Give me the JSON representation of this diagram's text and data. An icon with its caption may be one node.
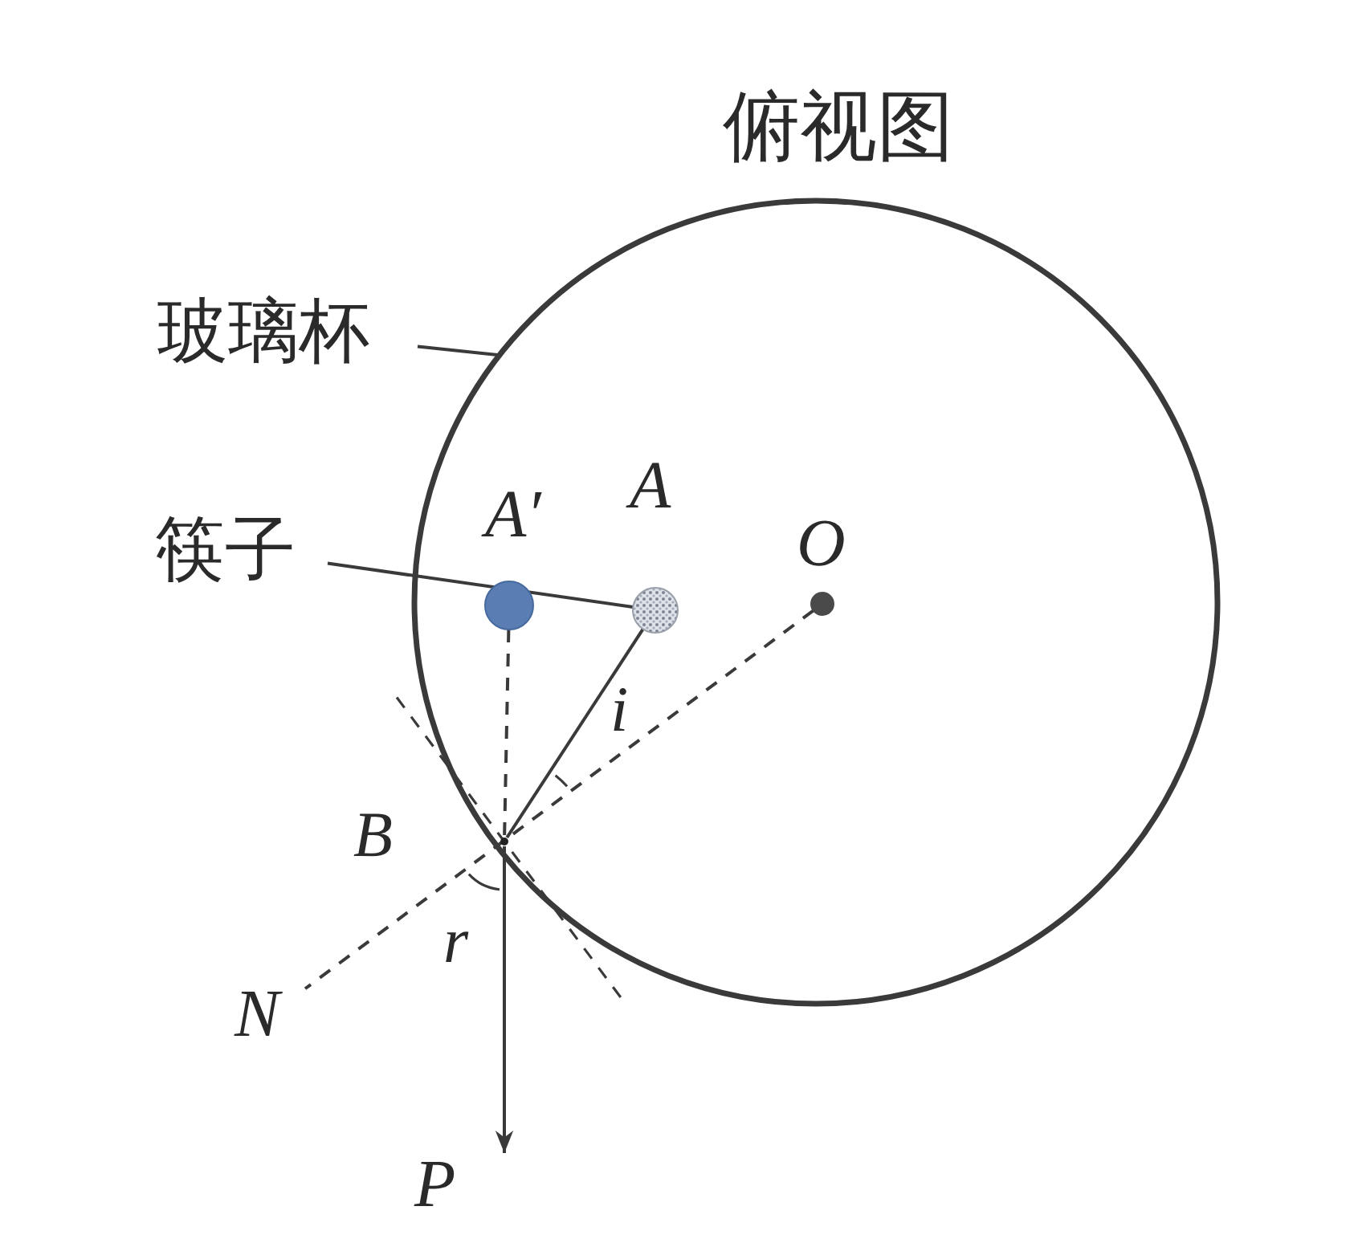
{
  "diagram": {
    "title": "俯视图",
    "nodes": [
      {
        "text": [
          "玻璃杯"
        ]
      },
      {
        "text": [],
        "shape": "circle"
      },
      {
        "text": [
          "筷子"
        ]
      },
      {
        "text": [],
        "shape": "circle",
        "beside": [
          "A′"
        ],
        "in": 1
      },
      {
        "text": [],
        "shape": "circle",
        "beside": [
          "A"
        ],
        "in": 1
      },
      {
        "text": [],
        "shape": "circle",
        "beside": [
          "O"
        ],
        "in": 1
      },
      {
        "text": [],
        "shape": "point",
        "in": 1
      },
      {
        "text": [
          "N"
        ]
      },
      {
        "text": [
          "P"
        ]
      }
    ],
    "edges": [
      {
        "from": 0,
        "to": 1,
        "arrow": "none"
      },
      {
        "from": 2,
        "to": 4,
        "arrow": "none"
      },
      {
        "from": 4,
        "to": 6,
        "arrow": "none"
      },
      {
        "from": 3,
        "to": 6,
        "arrow": "none",
        "style": "dashed"
      },
      {
        "from": 5,
        "to": 7,
        "arrow": "none",
        "style": "dashed"
      },
      {
        "from": 6,
        "to": 8,
        "arrow": "to"
      }
    ],
    "labels": [
      "B",
      "i",
      "r"
    ]
  }
}
